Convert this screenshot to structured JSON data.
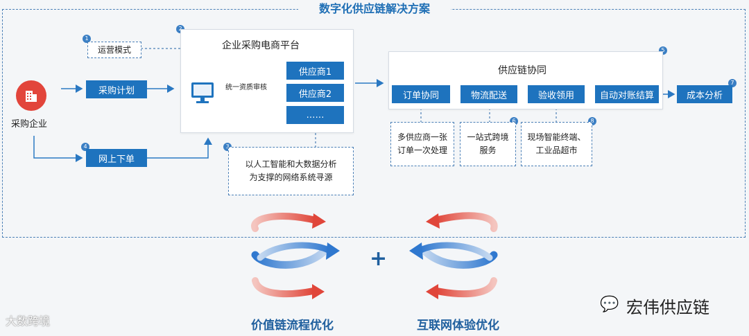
{
  "title": "数字化供应链解决方案",
  "enterprise": {
    "label": "采购企业"
  },
  "mode": {
    "label": "运营模式",
    "num": "1"
  },
  "plan": {
    "label": "采购计划"
  },
  "order_online": {
    "label": "网上下单",
    "num": "4"
  },
  "platform": {
    "num": "2",
    "title": "企业采购电商平台",
    "review": "统一资质审核",
    "suppliers": [
      "供应商1",
      "供应商2",
      "……"
    ]
  },
  "ai_box": {
    "num": "3",
    "line1": "以人工智能和大数据分析",
    "line2": "为支撑的网络系统寻源"
  },
  "collab": {
    "num": "5",
    "title": "供应链协同",
    "steps": [
      "订单协同",
      "物流配送",
      "验收领用",
      "自动对账结算"
    ]
  },
  "cost": {
    "label": "成本分析",
    "num": "7"
  },
  "notes": [
    {
      "num": "",
      "line1": "多供应商一张",
      "line2": "订单一次处理"
    },
    {
      "num": "6",
      "line1": "一站式跨境",
      "line2": "服务"
    },
    {
      "num": "8",
      "line1": "现场智能终端、",
      "line2": "工业品超市"
    }
  ],
  "bottom": {
    "left": "价值链流程优化",
    "plus": "+",
    "right": "互联网体验优化"
  },
  "watermarks": {
    "left": "大数跨境",
    "right": "宏伟供应链"
  },
  "colors": {
    "blue": "#1e73be",
    "red": "#e2574c",
    "arrowblue": "#4f8fd6"
  }
}
